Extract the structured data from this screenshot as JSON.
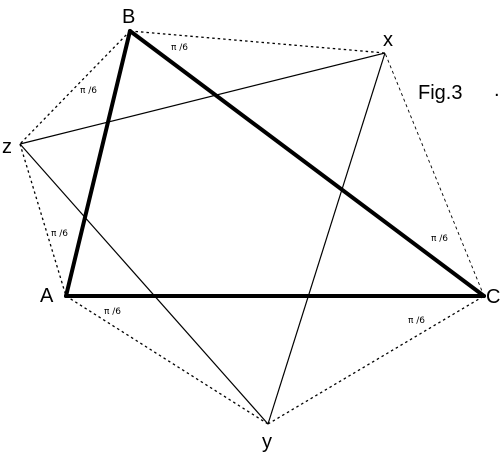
{
  "figure": {
    "caption": "Fig.3",
    "stray_mark": "."
  },
  "points": {
    "A": "A",
    "B": "B",
    "C": "C",
    "x": "x",
    "y": "y",
    "z": "z"
  },
  "angle_labels": {
    "bx": "π /6",
    "bz": "π /6",
    "za": "π /6",
    "ay": "π /6",
    "cy": "π /6",
    "xc": "π /6"
  },
  "colors": {
    "stroke": "#000000",
    "background": "#ffffff"
  }
}
